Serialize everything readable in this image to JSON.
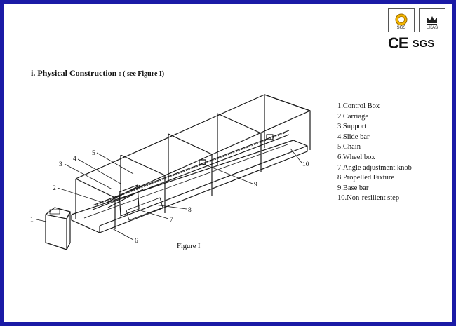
{
  "section": {
    "title": "i. Physical Construction",
    "subtitle": ": ( see Figure I)"
  },
  "legend": [
    "1.Control Box",
    "2.Carriage",
    "3.Support",
    "4.Slide bar",
    "5.Chain",
    "6.Wheel box",
    "7.Angle adjustment knob",
    "8.Propelled Fixture",
    "9.Base bar",
    "10.Non-resilient step"
  ],
  "figure": {
    "caption": "Figure I",
    "callouts": [
      "1",
      "2",
      "3",
      "4",
      "5",
      "6",
      "7",
      "8",
      "9",
      "10"
    ]
  },
  "certifications": {
    "badge_left_text": "SGS",
    "badge_right_text": "UKAS",
    "ce_mark": "CE",
    "sgs_mark": "SGS"
  },
  "colors": {
    "frame_border": "#1a1aa6",
    "line": "#1a1a1a"
  }
}
